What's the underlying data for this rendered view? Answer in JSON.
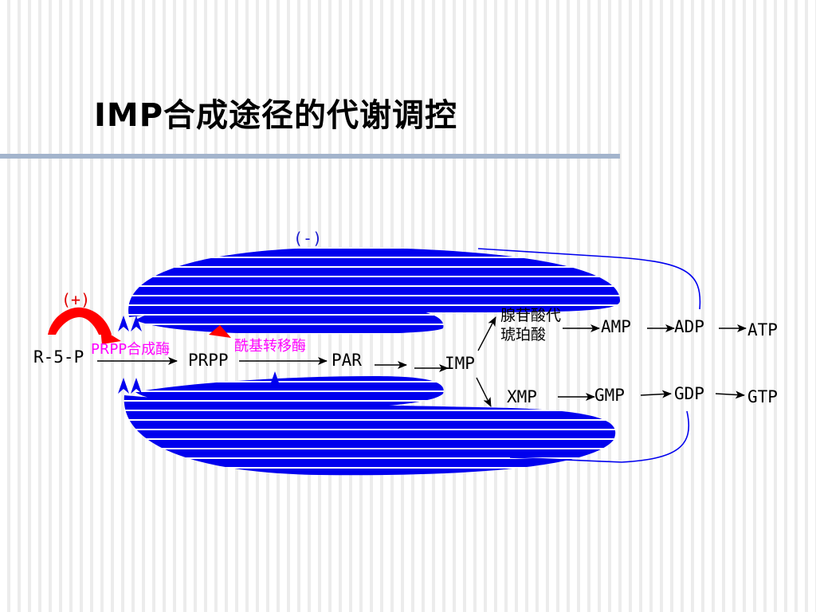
{
  "title": "IMP合成途径的代谢调控",
  "nodes": {
    "r5p": "R-5-P",
    "prpp": "PRPP",
    "par": "PAR",
    "imp": "IMP",
    "amp_intermediate_line1": "腺苷酸代",
    "amp_intermediate_line2": "琥珀酸",
    "amp": "AMP",
    "adp": "ADP",
    "atp": "ATP",
    "xmp": "XMP",
    "gmp": "GMP",
    "gdp": "GDP",
    "gtp": "GTP"
  },
  "enzymes": {
    "prpp_synthase": "PRPP合成酶",
    "amidotransferase": "酰基转移酶"
  },
  "regulation": {
    "activation_sign": "(+)",
    "inhibition_sign": "(-)"
  },
  "colors": {
    "inhibition": "#0000ee",
    "activation": "#ff0000",
    "enzyme_text": "#ff00ff",
    "divider": "#a3b4cc"
  }
}
